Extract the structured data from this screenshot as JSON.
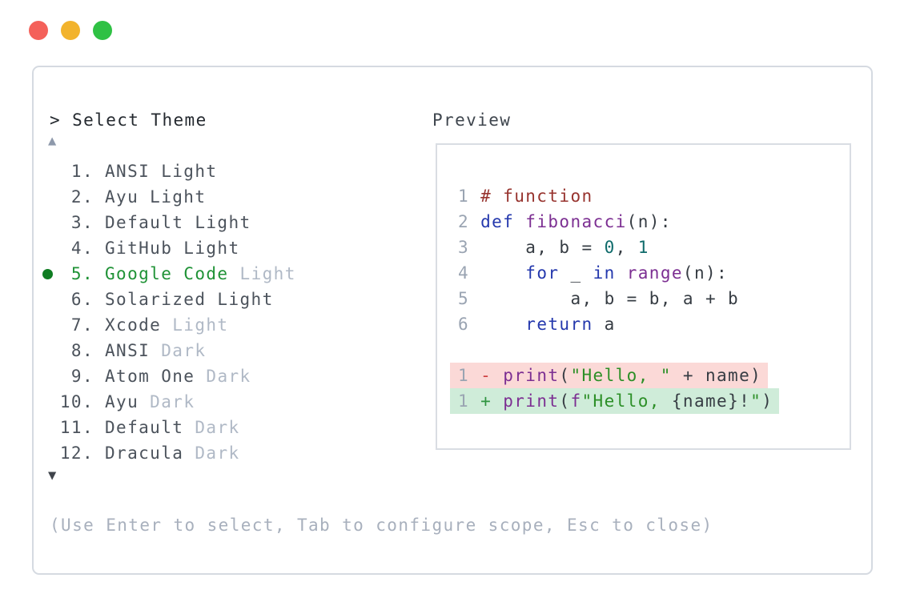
{
  "window": {
    "controls": [
      {
        "name": "close-button",
        "color": "#f4615a"
      },
      {
        "name": "minimize-button",
        "color": "#f2b32d"
      },
      {
        "name": "maximize-button",
        "color": "#2fc144"
      }
    ]
  },
  "colors": {
    "panel_border": "#d5dae1",
    "selected_green": "#1f9236",
    "selection_dot": "#0f7d22",
    "muted_variant": "#b0b9c6",
    "hint_text": "#a8b0bd",
    "diff_removed_bg": "#fbd9d7",
    "diff_added_bg": "#cfecd9",
    "syntax_comment": "#97332e",
    "syntax_keyword": "#2438ad",
    "syntax_name": "#7c2f92",
    "syntax_number": "#0f6b6b",
    "syntax_string": "#2c8f27"
  },
  "picker": {
    "prompt_caret": ">",
    "prompt_title": "Select Theme",
    "scroll_up_indicator": "▲",
    "scroll_down_indicator": "▼",
    "items": [
      {
        "num": "1.",
        "name": "ANSI Light",
        "variant": "",
        "selected": false
      },
      {
        "num": "2.",
        "name": "Ayu Light",
        "variant": "",
        "selected": false
      },
      {
        "num": "3.",
        "name": "Default Light",
        "variant": "",
        "selected": false
      },
      {
        "num": "4.",
        "name": "GitHub Light",
        "variant": "",
        "selected": false
      },
      {
        "num": "5.",
        "name": "Google Code",
        "variant": "Light",
        "selected": true
      },
      {
        "num": "6.",
        "name": "Solarized Light",
        "variant": "",
        "selected": false
      },
      {
        "num": "7.",
        "name": "Xcode",
        "variant": "Light",
        "selected": false
      },
      {
        "num": "8.",
        "name": "ANSI",
        "variant": "Dark",
        "selected": false
      },
      {
        "num": "9.",
        "name": "Atom One",
        "variant": "Dark",
        "selected": false
      },
      {
        "num": "10.",
        "name": "Ayu",
        "variant": "Dark",
        "selected": false
      },
      {
        "num": "11.",
        "name": "Default",
        "variant": "Dark",
        "selected": false
      },
      {
        "num": "12.",
        "name": "Dracula",
        "variant": "Dark",
        "selected": false
      }
    ],
    "hint": "(Use Enter to select, Tab to configure scope, Esc to close)"
  },
  "preview": {
    "label": "Preview",
    "code_lines": [
      {
        "num": "1",
        "tokens": [
          [
            "comment",
            "# function"
          ]
        ]
      },
      {
        "num": "2",
        "tokens": [
          [
            "kw",
            "def"
          ],
          [
            "plain",
            " "
          ],
          [
            "fn",
            "fibonacci"
          ],
          [
            "plain",
            "(n):"
          ]
        ]
      },
      {
        "num": "3",
        "tokens": [
          [
            "plain",
            "    a, b = "
          ],
          [
            "num",
            "0"
          ],
          [
            "plain",
            ", "
          ],
          [
            "num",
            "1"
          ]
        ]
      },
      {
        "num": "4",
        "tokens": [
          [
            "plain",
            "    "
          ],
          [
            "kw",
            "for"
          ],
          [
            "plain",
            " _ "
          ],
          [
            "kw",
            "in"
          ],
          [
            "plain",
            " "
          ],
          [
            "fn",
            "range"
          ],
          [
            "plain",
            "(n):"
          ]
        ]
      },
      {
        "num": "5",
        "tokens": [
          [
            "plain",
            "        a, b = b, a + b"
          ]
        ]
      },
      {
        "num": "6",
        "tokens": [
          [
            "plain",
            "    "
          ],
          [
            "kw",
            "return"
          ],
          [
            "plain",
            " a"
          ]
        ]
      }
    ],
    "diff_lines": [
      {
        "num": "1",
        "sign": "-",
        "kind": "removed",
        "tokens": [
          [
            "fn",
            "print"
          ],
          [
            "plain",
            "("
          ],
          [
            "str",
            "\"Hello, \""
          ],
          [
            "plain",
            " + name)"
          ]
        ]
      },
      {
        "num": "1",
        "sign": "+",
        "kind": "added",
        "tokens": [
          [
            "fn",
            "print"
          ],
          [
            "plain",
            "("
          ],
          [
            "fn",
            "f"
          ],
          [
            "str",
            "\"Hello, "
          ],
          [
            "plain",
            "{name}!"
          ],
          [
            "str",
            "\""
          ],
          [
            "plain",
            ")"
          ]
        ]
      }
    ]
  }
}
